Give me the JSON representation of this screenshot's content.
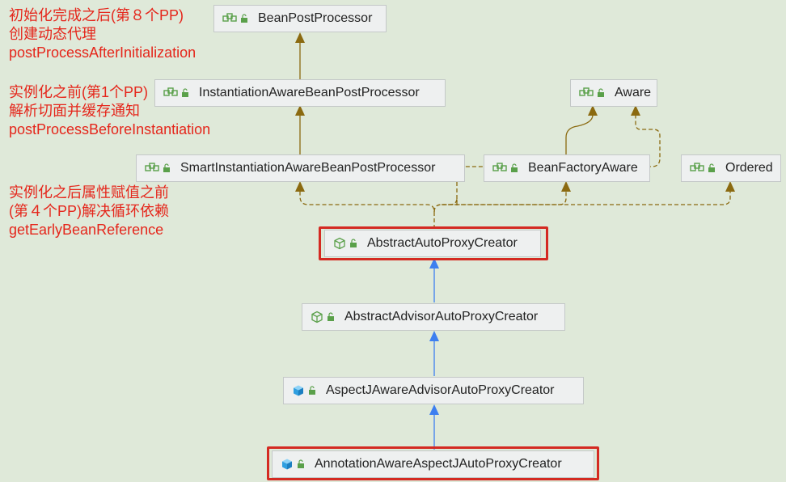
{
  "nodes": {
    "bean_post_processor": "BeanPostProcessor",
    "instantiation_aware": "InstantiationAwareBeanPostProcessor",
    "smart_instantiation_aware": "SmartInstantiationAwareBeanPostProcessor",
    "aware": "Aware",
    "bean_factory_aware": "BeanFactoryAware",
    "ordered": "Ordered",
    "abstract_auto_proxy_creator": "AbstractAutoProxyCreator",
    "abstract_advisor_auto_proxy_creator": "AbstractAdvisorAutoProxyCreator",
    "aspectj_aware_advisor_auto_proxy_creator": "AspectJAwareAdvisorAutoProxyCreator",
    "annotation_aware_aspectj_auto_proxy_creator": "AnnotationAwareAspectJAutoProxyCreator"
  },
  "annotations": {
    "after_init": [
      "初始化完成之后(第８个PP)",
      "创建动态代理",
      "postProcessAfterInitialization"
    ],
    "before_inst": [
      "实例化之前(第1个PP)",
      "解析切面并缓存通知",
      "postProcessBeforeInstantiation"
    ],
    "after_inst": [
      "实例化之后属性赋值之前",
      "(第４个PP)解决循环依赖",
      "getEarlyBeanReference"
    ]
  },
  "icons": {
    "interface": "interface-icon",
    "abstract_class": "abstract-class-icon",
    "class": "class-icon",
    "lock": "lock-icon"
  },
  "colors": {
    "background": "#dfe9d9",
    "extends_arrow": "#3d7ff0",
    "implements_arrow": "#8b6a10",
    "highlight": "#d42a22",
    "annotation_text": "#e5261b"
  }
}
